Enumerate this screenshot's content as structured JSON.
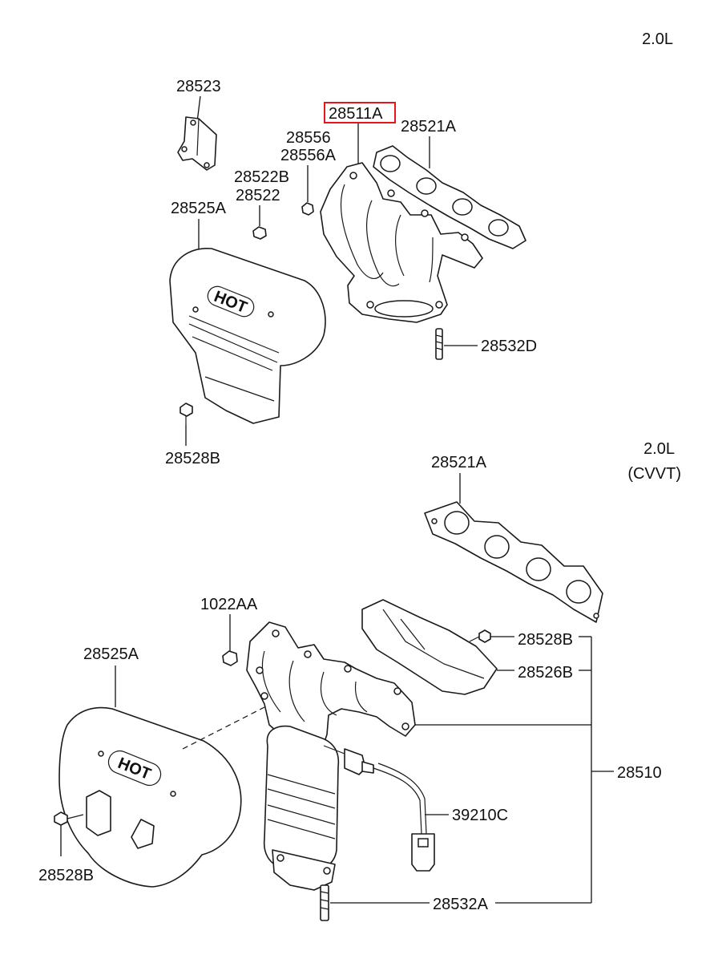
{
  "accent_color": "#e8141c",
  "sections": {
    "top": {
      "engine": "2.0L"
    },
    "bottom": {
      "engine": "2.0L",
      "variant": "(CVVT)"
    }
  },
  "heat_shield_marking": "HOT",
  "callouts": {
    "p28523": "28523",
    "p28511a": "28511A",
    "p28521a_top": "28521A",
    "p28556": "28556",
    "p28556a": "28556A",
    "p28522b": "28522B",
    "p28522": "28522",
    "p28525a_top": "28525A",
    "p28532d": "28532D",
    "p28528b_top": "28528B",
    "p28521a_bottom": "28521A",
    "p1022aa": "1022AA",
    "p28525a_bottom": "28525A",
    "p28528b_right": "28528B",
    "p28526b": "28526B",
    "p28510": "28510",
    "p39210c": "39210C",
    "p28528b_left": "28528B",
    "p28532a": "28532A"
  },
  "highlighted_callout": "28511A"
}
